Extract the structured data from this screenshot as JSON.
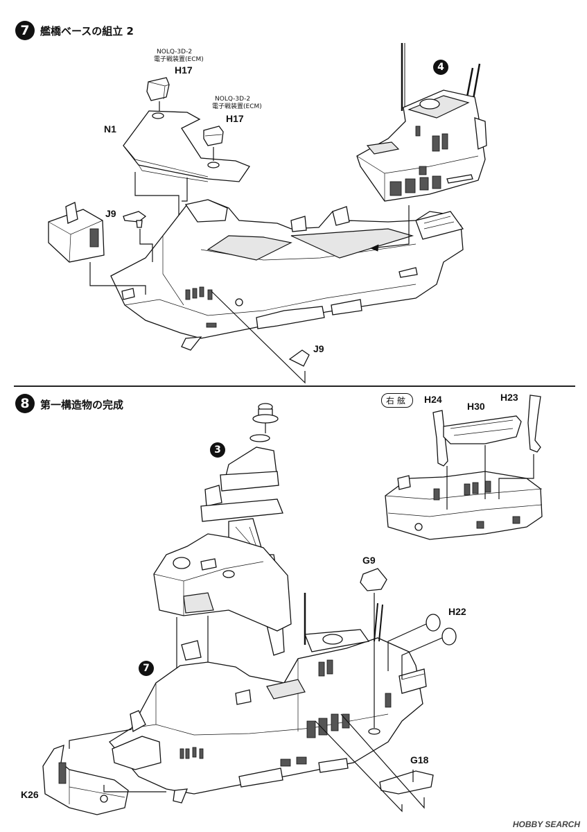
{
  "step7": {
    "number": "7",
    "title": "艦橋ベースの組立 2",
    "ecm_top": {
      "name": "NOLQ-3D-2",
      "desc": "電子戦装置(ECM)",
      "part": "H17"
    },
    "ecm_mid": {
      "name": "NOLQ-3D-2",
      "desc": "電子戦装置(ECM)",
      "part": "H17"
    },
    "n1": "N1",
    "j9_left": "J9",
    "j9_bottom": "J9",
    "ref": "4"
  },
  "step8": {
    "number": "8",
    "title": "第一構造物の完成",
    "ref3": "3",
    "ref7": "7",
    "starboard_label": "右舷",
    "h24": "H24",
    "h30": "H30",
    "h23": "H23",
    "g9": "G9",
    "h22": "H22",
    "g18": "G18",
    "k26": "K26"
  },
  "watermark": "HOBBY SEARCH"
}
